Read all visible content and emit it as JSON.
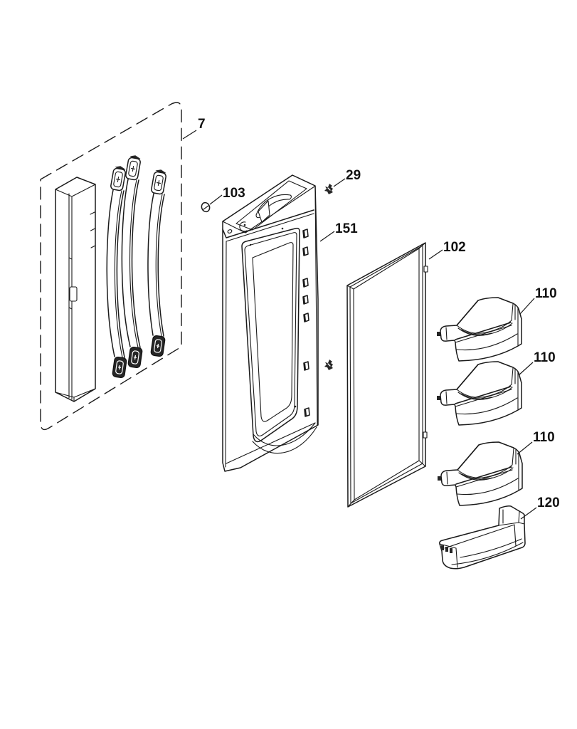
{
  "figure": {
    "background": "#ffffff",
    "line_color": "#1a1a1a",
    "text_color": "#111111"
  },
  "callouts": [
    {
      "label": "7"
    },
    {
      "label": "103"
    },
    {
      "label": "29"
    },
    {
      "label": "151"
    },
    {
      "label": "102"
    },
    {
      "label": "110"
    },
    {
      "label": "110"
    },
    {
      "label": "110"
    },
    {
      "label": "120"
    }
  ]
}
